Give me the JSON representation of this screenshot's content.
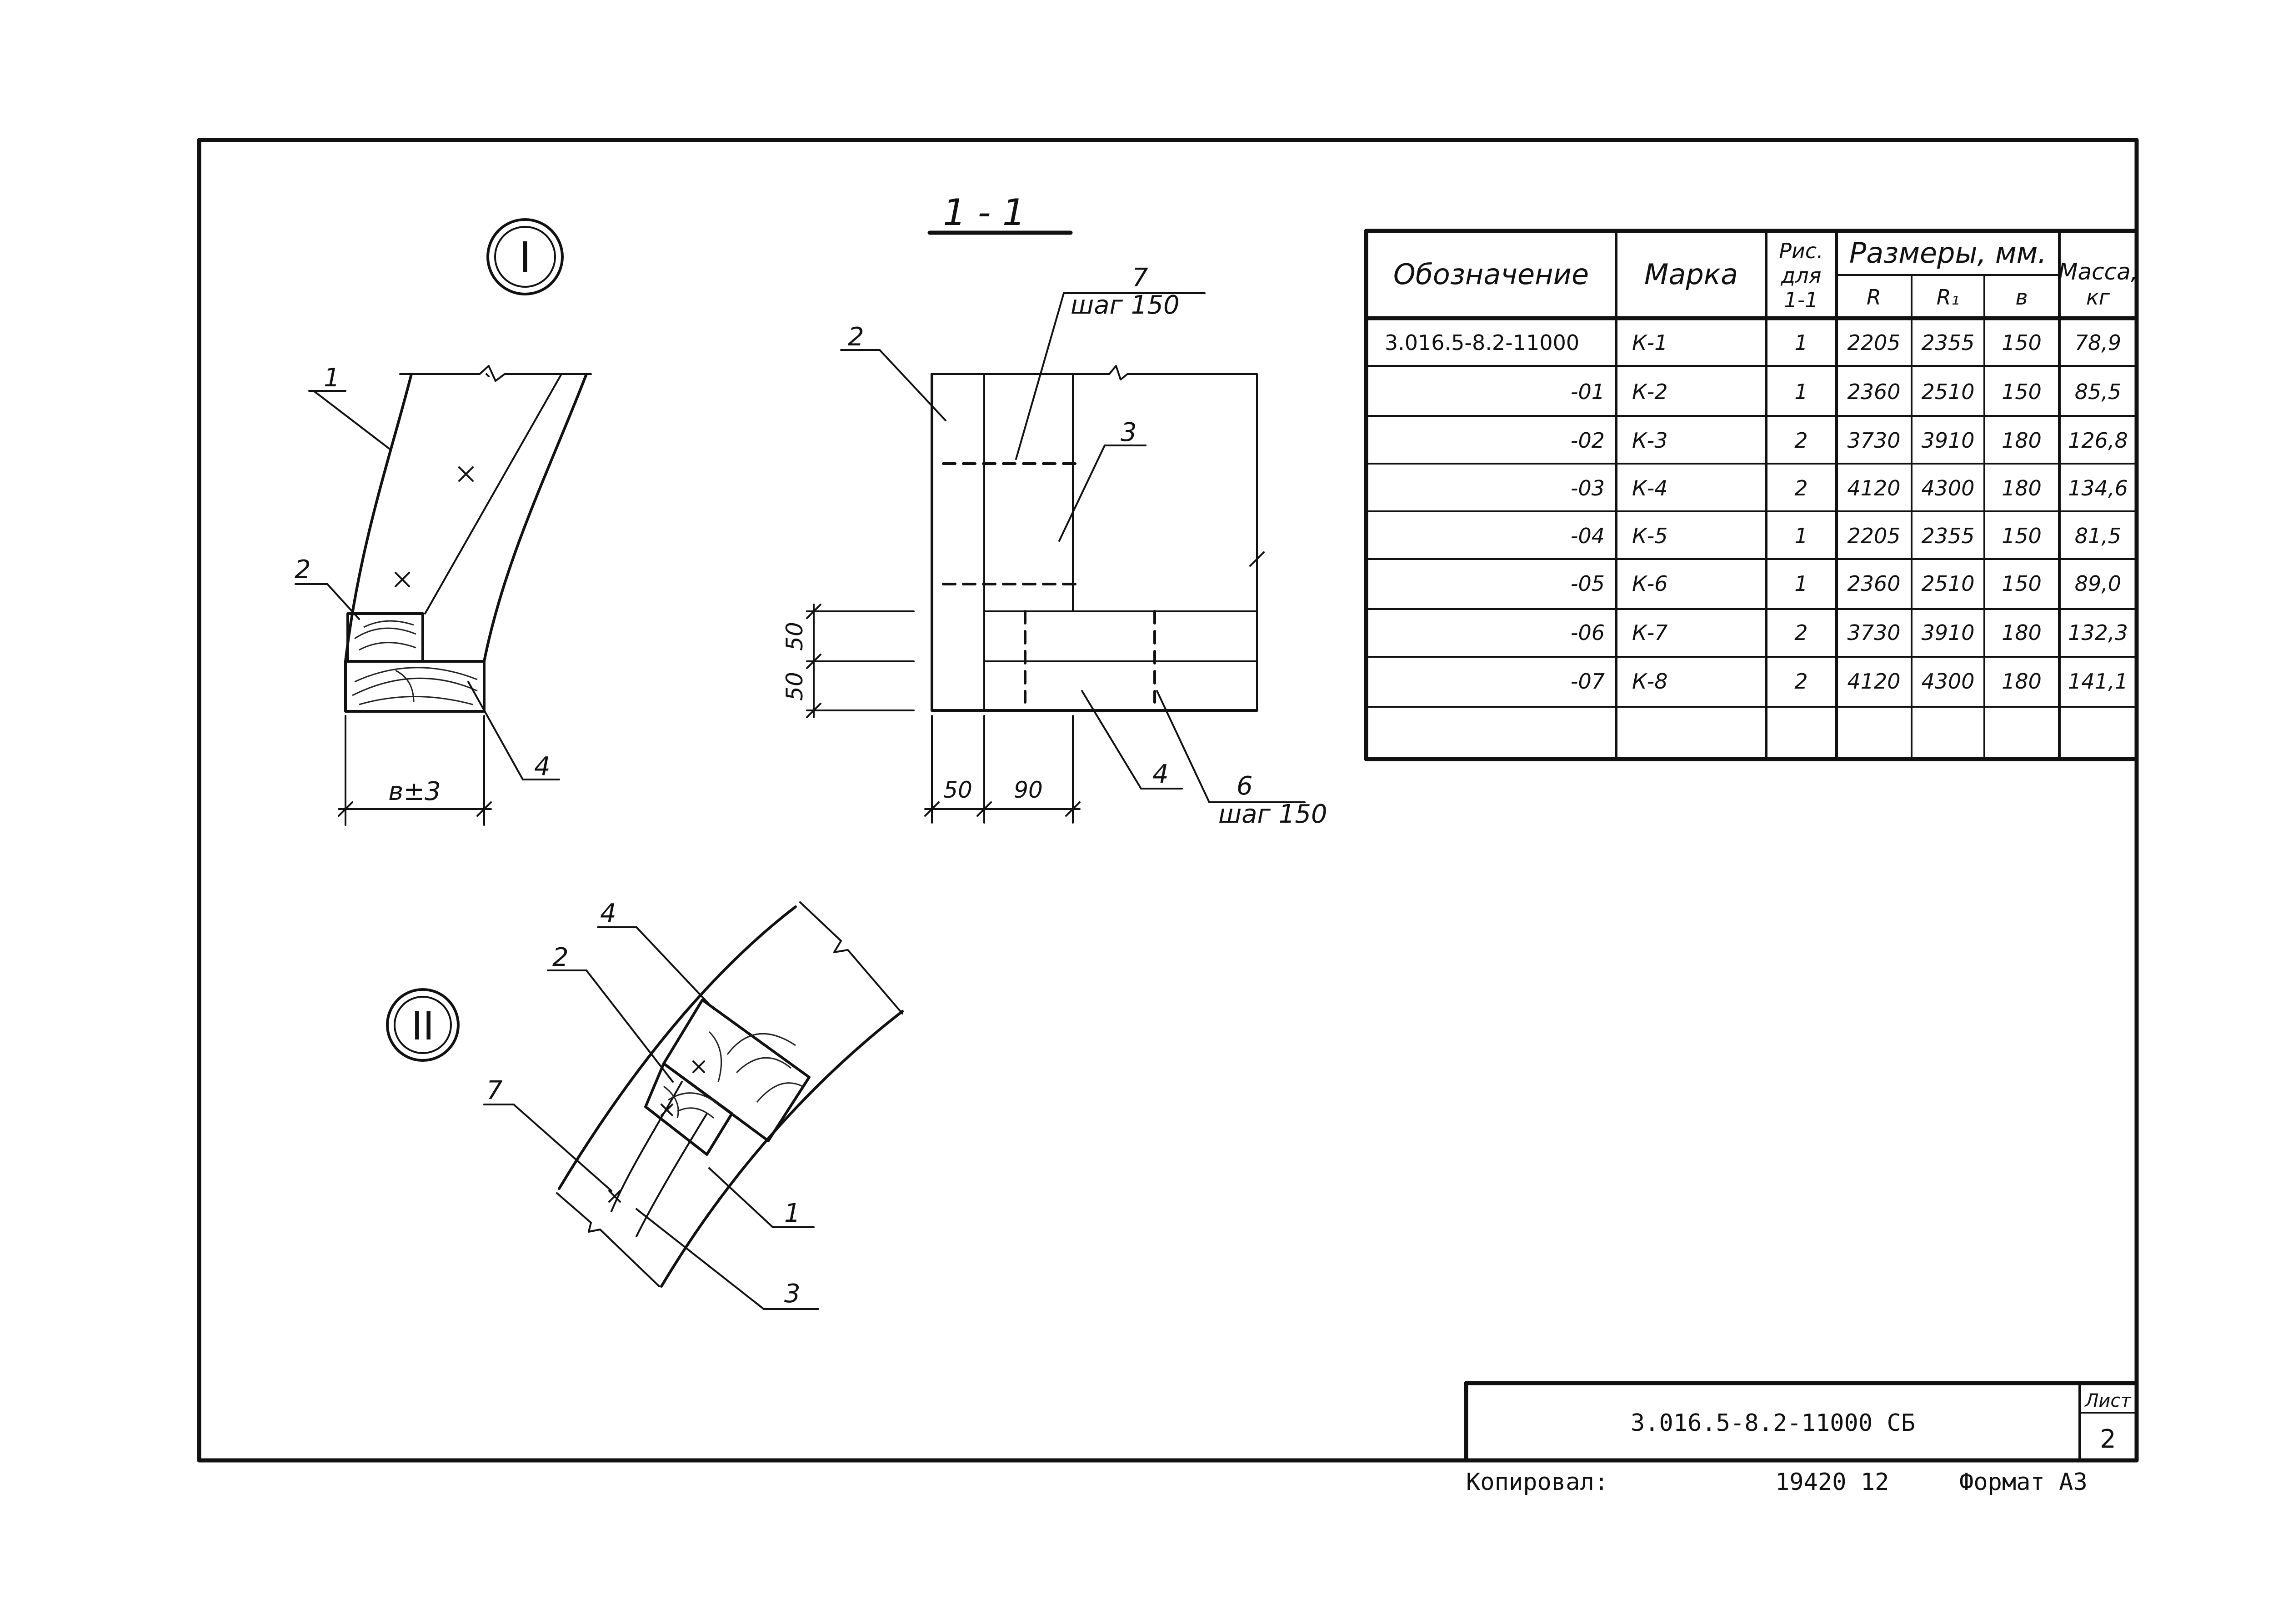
{
  "section_title": "1 - 1",
  "view_markers": {
    "view_1": "I",
    "view_2": "II"
  },
  "detail_1": {
    "callouts": [
      "1",
      "2",
      "4"
    ],
    "width_dim": "в±3"
  },
  "section_1_1": {
    "callouts": [
      "2",
      "3",
      "4"
    ],
    "rod_top": {
      "num": "7",
      "note": "шаг 150"
    },
    "rod_bottom": {
      "num": "6",
      "note": "шаг 150"
    },
    "dims_vertical": [
      "50",
      "50"
    ],
    "dims_horizontal": [
      "50",
      "90"
    ]
  },
  "detail_2": {
    "callouts": [
      "4",
      "2",
      "7",
      "1",
      "3"
    ]
  },
  "spec_table": {
    "headers": {
      "designation": "Обозначение",
      "mark": "Марка",
      "fig_line1": "Рис.",
      "fig_line2": "для",
      "fig_line3": "1-1",
      "sizes": "Размеры, мм.",
      "r": "R",
      "r1": "R₁",
      "b": "в",
      "mass_line1": "Масса,",
      "mass_line2": "кг"
    },
    "rows": [
      {
        "designation": "3.016.5-8.2-11000",
        "mark": "К-1",
        "fig": "1",
        "r": "2205",
        "r1": "2355",
        "b": "150",
        "mass": "78,9"
      },
      {
        "designation": "-01",
        "mark": "К-2",
        "fig": "1",
        "r": "2360",
        "r1": "2510",
        "b": "150",
        "mass": "85,5"
      },
      {
        "designation": "-02",
        "mark": "К-3",
        "fig": "2",
        "r": "3730",
        "r1": "3910",
        "b": "180",
        "mass": "126,8"
      },
      {
        "designation": "-03",
        "mark": "К-4",
        "fig": "2",
        "r": "4120",
        "r1": "4300",
        "b": "180",
        "mass": "134,6"
      },
      {
        "designation": "-04",
        "mark": "К-5",
        "fig": "1",
        "r": "2205",
        "r1": "2355",
        "b": "150",
        "mass": "81,5"
      },
      {
        "designation": "-05",
        "mark": "К-6",
        "fig": "1",
        "r": "2360",
        "r1": "2510",
        "b": "150",
        "mass": "89,0"
      },
      {
        "designation": "-06",
        "mark": "К-7",
        "fig": "2",
        "r": "3730",
        "r1": "3910",
        "b": "180",
        "mass": "132,3"
      },
      {
        "designation": "-07",
        "mark": "К-8",
        "fig": "2",
        "r": "4120",
        "r1": "4300",
        "b": "180",
        "mass": "141,1"
      }
    ]
  },
  "title_block": {
    "doc_number": "3.016.5-8.2-11000 СБ",
    "sheet_label": "Лист",
    "sheet_number": "2"
  },
  "footer": {
    "copied": "Копировал:",
    "number": "19420 12",
    "format": "Формат А3"
  }
}
